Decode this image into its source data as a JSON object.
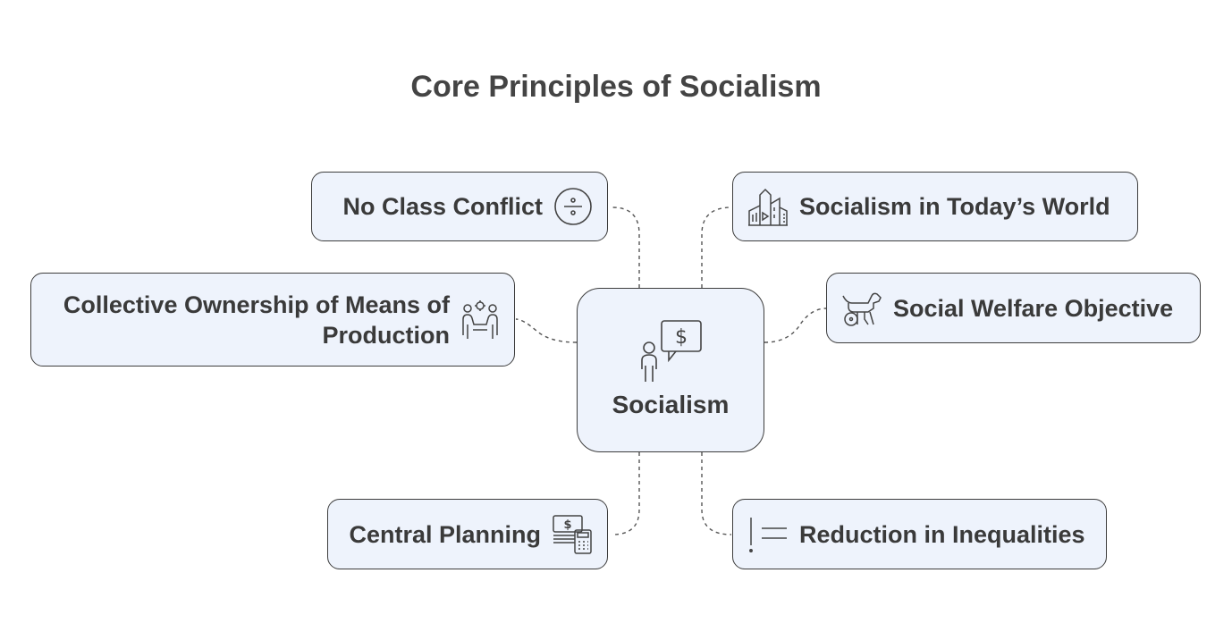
{
  "title": "Core Principles of Socialism",
  "center": {
    "label": "Socialism",
    "icon": "person-speech-dollar-icon"
  },
  "nodes": {
    "no_class_conflict": {
      "label": "No Class Conflict",
      "icon": "divide-icon"
    },
    "collective_ownership": {
      "label_line1": "Collective Ownership of Means of",
      "label_line2": "Production",
      "icon": "people-meeting-icon"
    },
    "central_planning": {
      "label": "Central Planning",
      "icon": "money-calculator-icon"
    },
    "todays_world": {
      "label": "Socialism in Today’s World",
      "icon": "city-buildings-icon"
    },
    "social_welfare": {
      "label": "Social Welfare Objective",
      "icon": "dog-wheelchair-icon"
    },
    "reduction_inequalities": {
      "label": "Reduction in Inequalities",
      "icon": "exclamation-lines-icon"
    }
  },
  "colors": {
    "node_fill": "#eef3fc",
    "border": "#3d3d3d",
    "text": "#3a3a3a"
  }
}
